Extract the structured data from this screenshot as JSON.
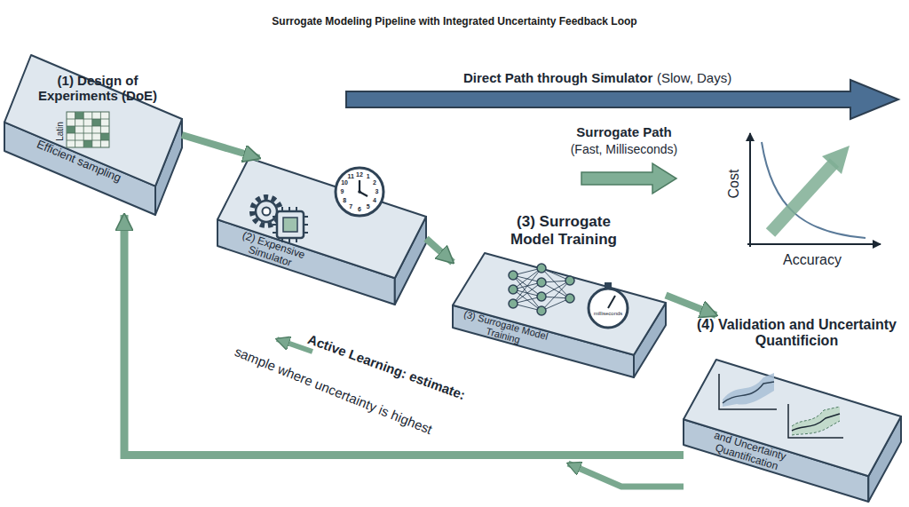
{
  "diagram": {
    "title": "Surrogate Modeling Pipeline with Integrated Uncertainty Feedback Loop",
    "nodes": [
      {
        "text": [
          "(1) Design of Experiments (DoE)",
          "Latin",
          "Efficient sampling"
        ]
      },
      {
        "text": [
          "(2) Expensive Simulator"
        ]
      },
      {
        "text": [
          "(3) Surrogate Model Training",
          "milliseconds",
          "(3) Surrogate Model Training"
        ]
      },
      {
        "text": [
          "(4) Validation and Uncertainty Quantificion",
          "and Uncertainty Quantification"
        ]
      }
    ],
    "edges": [
      {
        "from": 0,
        "to": 1,
        "arrow": "to"
      },
      {
        "from": 1,
        "to": 2,
        "arrow": "to"
      },
      {
        "from": 2,
        "to": 3,
        "arrow": "to"
      },
      {
        "from": 3,
        "to": 0,
        "arrow": "to"
      }
    ],
    "labels": [
      "Direct Path through Simulator",
      "(Slow, Days)",
      "Surrogate Path",
      "(Fast, Milliseconds)",
      "Cost",
      "Accuracy",
      "12",
      "1",
      "2",
      "3",
      "4",
      "5",
      "6",
      "7",
      "8",
      "9",
      "10",
      "11",
      "Active Learning: estimate:",
      "sample where uncertainty is highest"
    ]
  }
}
